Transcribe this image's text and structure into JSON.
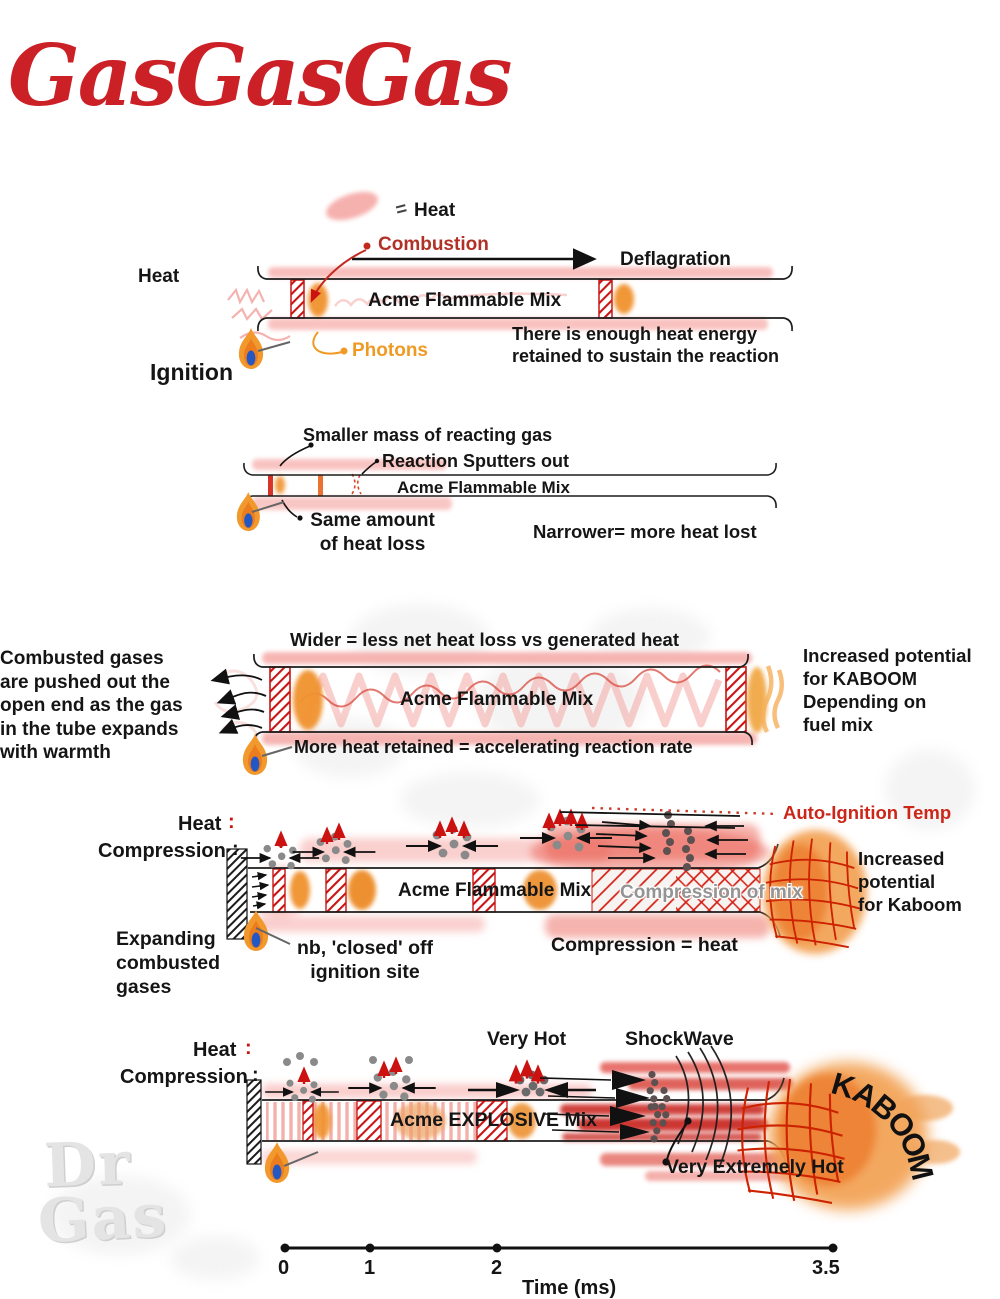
{
  "title": "GasGasGas",
  "watermark": {
    "line1": "Dr",
    "line2": "Gas"
  },
  "symbols": {
    "colon": ":",
    "equals": "="
  },
  "section1": {
    "heat_top": "Heat",
    "combustion": "Combustion",
    "deflagration": "Deflagration",
    "heat_left": "Heat",
    "mix_label": "Acme Flammable Mix",
    "photons": "Photons",
    "ignition": "Ignition",
    "note": "There is enough heat energy\nretained to sustain the reaction"
  },
  "section2": {
    "smaller_mass": "Smaller mass of reacting gas",
    "sputters": "Reaction Sputters out",
    "mix_label": "Acme Flammable Mix",
    "heat_loss": "Same amount\nof heat loss",
    "narrower": "Narrower= more heat lost"
  },
  "section3": {
    "wider": "Wider = less net heat loss vs generated heat",
    "pushed_out": "Combusted gases\nare pushed out the\nopen end as the gas\nin the tube expands\nwith warmth",
    "mix_label": "Acme Flammable Mix",
    "more_heat": "More heat retained = accelerating reaction rate",
    "kaboom_potential": "Increased potential\nfor KABOOM\nDepending on\nfuel mix"
  },
  "section4": {
    "heat": "Heat",
    "compression": "Compression",
    "auto_ignition": "Auto-Ignition Temp",
    "mix_label": "Acme Flammable Mix",
    "compression_of_mix": "Compression of mix",
    "expanding": "Expanding\ncombusted\ngases",
    "closed_off": "nb, 'closed' off\nignition site",
    "compression_heat": "Compression = heat",
    "kaboom_potential": "Increased\npotential\nfor Kaboom"
  },
  "section5": {
    "heat": "Heat",
    "compression": "Compression",
    "very_hot": "Very Hot",
    "shockwave": "ShockWave",
    "mix_label": "Acme EXPLOSIVE Mix",
    "kaboom": "KABOOM",
    "very_extremely_hot": "Very Extremely Hot"
  },
  "timeline": {
    "ticks": [
      "0",
      "1",
      "2",
      "3.5"
    ],
    "axis_label": "Time (ms)"
  },
  "colors": {
    "title_red": "#cc2027",
    "annotation_red": "#b23127",
    "photon_orange": "#f09a26",
    "auto_ignition_red": "#cc2619",
    "hatch_red": "#c91414",
    "pink_wash": "#f5a9a6",
    "flame_orange": "#f0922d",
    "explosion_orange": "#f3a458",
    "dark_red": "#c8201c"
  }
}
